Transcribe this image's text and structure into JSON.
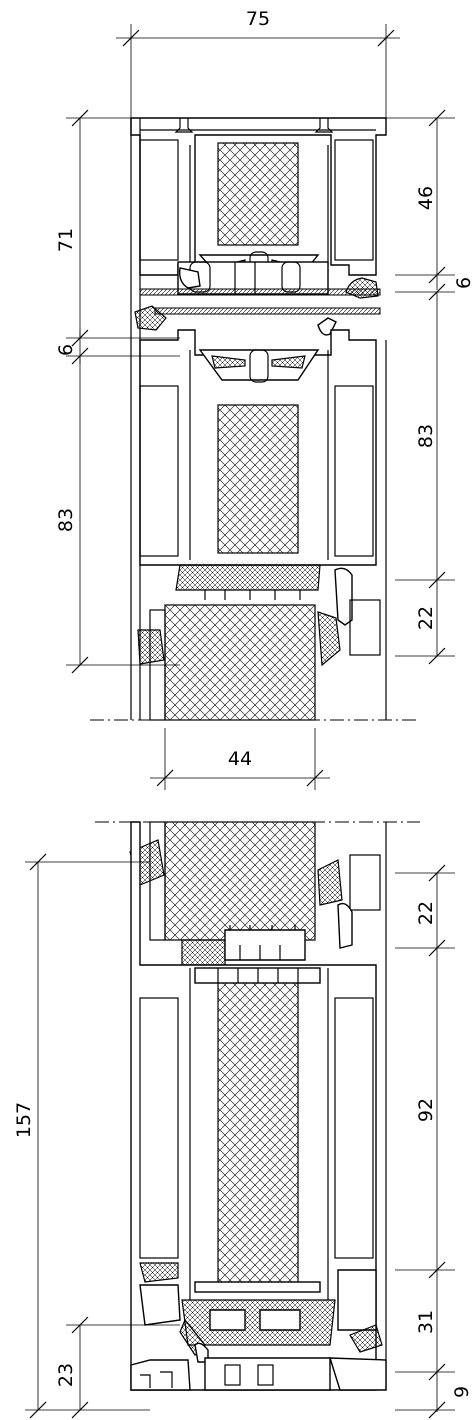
{
  "dimensions": {
    "top_width": "75",
    "upper_left_71": "71",
    "upper_right_46": "46",
    "upper_right_6": "6",
    "left_6": "6",
    "right_83": "83",
    "left_83": "83",
    "right_22_upper": "22",
    "glass_44": "44",
    "lower_right_22": "22",
    "lower_left_157": "157",
    "lower_right_92": "92",
    "lower_right_31": "31",
    "lower_left_23": "23",
    "lower_right_9": "9"
  }
}
